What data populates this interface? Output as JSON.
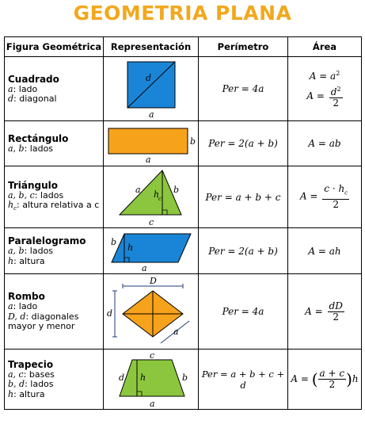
{
  "title": "GEOMETRIA PLANA",
  "headers": [
    "Figura Geométrica",
    "Representación",
    "Perímetro",
    "Área"
  ],
  "rows": [
    {
      "name": "Cuadrado",
      "vars": [
        {
          "sym": "a",
          "desc": ": lado"
        },
        {
          "sym": "d",
          "desc": ": diagonal"
        }
      ],
      "perimeter": "Per = 4a",
      "area": [
        "A = a²",
        "A = d²/2"
      ]
    },
    {
      "name": "Rectángulo",
      "vars": [
        {
          "sym": "a, b",
          "desc": ": lados"
        }
      ],
      "perimeter": "Per = 2(a + b)",
      "area": [
        "A = ab"
      ]
    },
    {
      "name": "Triángulo",
      "vars": [
        {
          "sym": "a, b, c",
          "desc": ": lados"
        },
        {
          "sym": "hc",
          "desc": ": altura relativa a c"
        }
      ],
      "perimeter": "Per = a + b + c",
      "area": [
        "A = c · hc / 2"
      ]
    },
    {
      "name": "Paralelogramo",
      "vars": [
        {
          "sym": "a, b",
          "desc": ": lados"
        },
        {
          "sym": "h",
          "desc": ": altura"
        }
      ],
      "perimeter": "Per = 2(a + b)",
      "area": [
        "A = ah"
      ]
    },
    {
      "name": "Rombo",
      "vars": [
        {
          "sym": "a",
          "desc": ": lado"
        },
        {
          "sym": "D, d",
          "desc": ": diagonales"
        },
        {
          "sym": "",
          "desc": "mayor y menor"
        }
      ],
      "perimeter": "Per = 4a",
      "area": [
        "A = dD/2"
      ]
    },
    {
      "name": "Trapecio",
      "vars": [
        {
          "sym": "a, c",
          "desc": ": bases"
        },
        {
          "sym": "b, d",
          "desc": ": lados"
        },
        {
          "sym": "h",
          "desc": ": altura"
        }
      ],
      "perimeter": "Per = a + b + c + d",
      "area": [
        "A = ((a + c)/2) h"
      ]
    }
  ],
  "labels": {
    "square": {
      "d": "d",
      "a": "a"
    },
    "rect": {
      "a": "a",
      "b": "b"
    },
    "tri": {
      "a": "a",
      "b": "b",
      "c": "c",
      "h": "h",
      "hsub": "c"
    },
    "para": {
      "a": "a",
      "b": "b",
      "h": "h"
    },
    "rhombus": {
      "D": "D",
      "d": "d",
      "a": "a"
    },
    "trap": {
      "a": "a",
      "b": "b",
      "c": "c",
      "d": "d",
      "h": "h"
    }
  },
  "math": {
    "per": "Per",
    "A": "A",
    "eq": " = ",
    "p1": "4a",
    "p2": "2(a + b)",
    "p3": "a + b + c",
    "p5": "4a",
    "p6": "a + b + c + d",
    "a2": "a",
    "sq": "2",
    "d": "d",
    "two": "2",
    "ab": "ab",
    "c": "c",
    "dot": " · ",
    "h": "h",
    "hsub": "c",
    "ah": "ah",
    "dD": "dD",
    "apc": "a + c"
  },
  "colors": {
    "title": "#f2a81d",
    "blue": "#1a85d6",
    "orange": "#f7a21b",
    "green": "#8cc63f"
  }
}
